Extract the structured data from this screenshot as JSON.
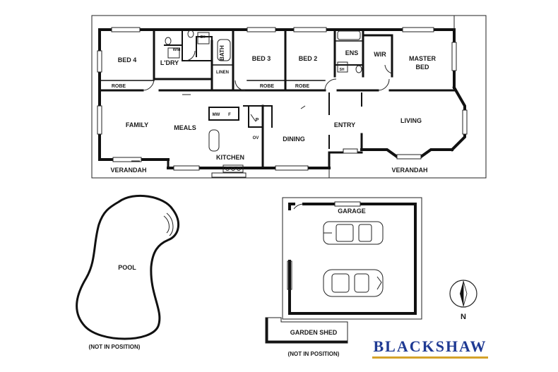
{
  "rooms": {
    "bed4": "BED 4",
    "robe_bed4": "ROBE",
    "wm": "WM",
    "ldry": "L'DRY",
    "sh1": "SH",
    "bath": "BATH",
    "linen": "LINEN",
    "bed3": "BED 3",
    "robe_bed3": "ROBE",
    "bed2": "BED 2",
    "robe_bed2": "ROBE",
    "ens": "ENS",
    "sh2": "SH",
    "wir": "WIR",
    "master_line1": "MASTER",
    "master_line2": "BED",
    "family": "FAMILY",
    "meals": "MEALS",
    "mw": "MW",
    "fridge": "F",
    "pantry": "P",
    "oven": "OV",
    "kitchen": "KITCHEN",
    "dining": "DINING",
    "entry": "ENTRY",
    "living": "LIVING",
    "verandah_left": "VERANDAH",
    "verandah_right": "VERANDAH",
    "garage": "GARAGE",
    "garden_shed": "GARDEN SHED",
    "pool": "POOL"
  },
  "notes": {
    "pool_position": "(NOT IN POSITION)",
    "shed_position": "(NOT IN POSITION)"
  },
  "compass": {
    "north": "N"
  },
  "brand": {
    "name": "BLACKSHAW",
    "accent_color": "#1f3a93",
    "underline_color": "#d4a22a"
  }
}
